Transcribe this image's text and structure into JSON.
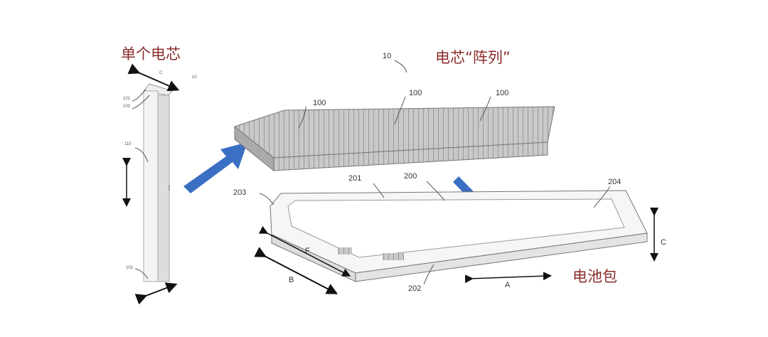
{
  "titles": {
    "single_cell": "单个电芯",
    "cell_array": "电芯“阵列”",
    "battery_pack": "电池包"
  },
  "cell_labels": [
    "101",
    "103",
    "110",
    "102",
    "10",
    "C"
  ],
  "array_labels": {
    "assembly": "10",
    "cell_a": "100",
    "cell_b": "100",
    "cell_c": "100"
  },
  "tray_labels": {
    "l201": "201",
    "l200": "200",
    "l204": "204",
    "l203": "203",
    "l202": "202"
  },
  "dimensions": {
    "F": "F",
    "B": "B",
    "A": "A",
    "C": "C"
  },
  "colors": {
    "title": "#8a2c2c",
    "arrow": "#3a6fc4"
  }
}
